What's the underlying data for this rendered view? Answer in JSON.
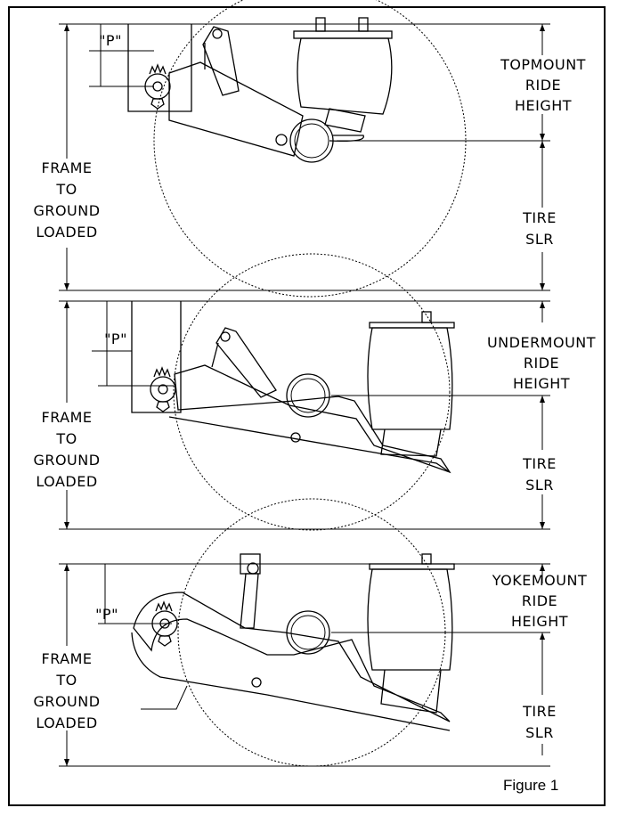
{
  "diagrams": [
    {
      "id": "topmount",
      "p_label": "\"P\"",
      "left_label": [
        "FRAME",
        "TO",
        "GROUND",
        "LOADED"
      ],
      "ride_height_label": [
        "TOPMOUNT",
        "RIDE",
        "HEIGHT"
      ],
      "tire_label": [
        "TIRE",
        "SLR"
      ]
    },
    {
      "id": "undermount",
      "p_label": "\"P\"",
      "left_label": [
        "FRAME",
        "TO",
        "GROUND",
        "LOADED"
      ],
      "ride_height_label": [
        "UNDERMOUNT",
        "RIDE",
        "HEIGHT"
      ],
      "tire_label": [
        "TIRE",
        "SLR"
      ]
    },
    {
      "id": "yokemount",
      "p_label": "\"P\"",
      "left_label": [
        "FRAME",
        "TO",
        "GROUND",
        "LOADED"
      ],
      "ride_height_label": [
        "YOKEMOUNT",
        "RIDE",
        "HEIGHT"
      ],
      "tire_label": [
        "TIRE",
        "SLR"
      ]
    }
  ],
  "figure_caption": "Figure 1"
}
